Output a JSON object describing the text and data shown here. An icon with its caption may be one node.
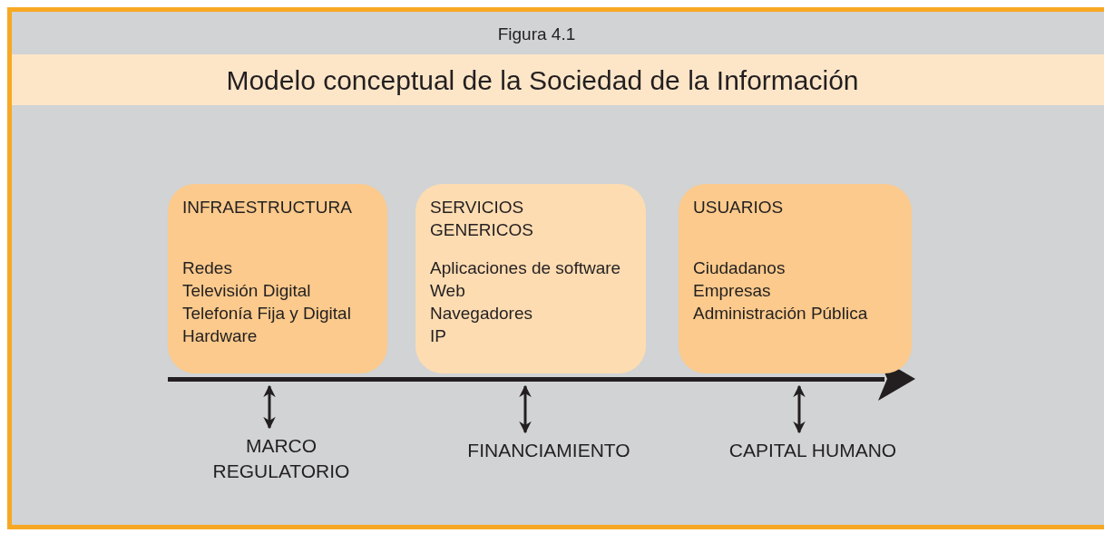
{
  "diagram": {
    "title": "Modelo conceptual de la Sociedad de la Información",
    "nodes": [
      {
        "text": [
          "INFRAESTRUCTURA",
          "Redes",
          "Televisión Digital",
          "Telefonía Fija y Digital",
          "Hardware"
        ]
      },
      {
        "text": [
          "SERVICIOS GENERICOS",
          "Aplicaciones de software",
          "Web",
          "Navegadores",
          "IP"
        ]
      },
      {
        "text": [
          "USUARIOS",
          "Ciudadanos",
          "Empresas",
          "Administración Pública"
        ]
      },
      {
        "text": [],
        "shape": "bar"
      },
      {
        "text": [
          "MARCO REGULATORIO"
        ]
      },
      {
        "text": [
          "FINANCIAMIENTO"
        ]
      },
      {
        "text": [
          "CAPITAL HUMANO"
        ]
      }
    ],
    "edges": [
      {
        "from": 3,
        "to": 4,
        "arrow": "both"
      },
      {
        "from": 3,
        "to": 5,
        "arrow": "both"
      },
      {
        "from": 3,
        "to": 6,
        "arrow": "both"
      }
    ],
    "labels": [
      "Figura 4.1"
    ]
  }
}
